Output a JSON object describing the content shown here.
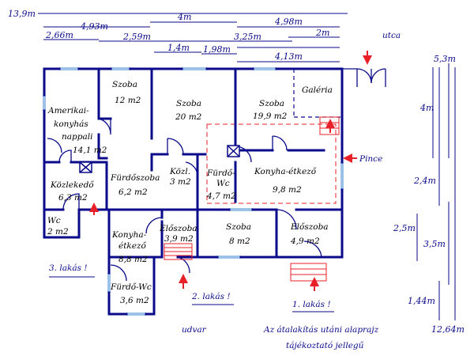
{
  "colors": {
    "wall": "#0a0a8a",
    "window": "#9ec1e8",
    "dim_line": "#0a0a8a",
    "arrow": "#e8202a",
    "dashed_outline": "#e8202a",
    "text": "#000000",
    "background": "#ffffff"
  },
  "top_dimensions": {
    "d1": "13,9m",
    "d2": "4,93m",
    "d3": "4m",
    "d4": "4,98m",
    "d5": "2,66m",
    "d6": "2,59m",
    "d7": "3,25m",
    "d8": "2m",
    "d9": "1,4m",
    "d10": "1,98m",
    "d11": "4,13m"
  },
  "right_dimensions": {
    "d1": "5,3m",
    "d2": "4m",
    "d3": "2,4m",
    "d4": "2,5m",
    "d5": "3,5m",
    "d6": "1,44m",
    "d7": "12,64m"
  },
  "rooms": {
    "szoba_12": {
      "name": "Szoba",
      "area": "12 m2"
    },
    "szoba_20": {
      "name": "Szoba",
      "area": "20 m2"
    },
    "szoba_199": {
      "name": "Szoba",
      "area": "19,9 m2"
    },
    "galeria": {
      "name": "Galéria"
    },
    "amerikai": {
      "line1": "Amerikai-",
      "line2": "konyhás",
      "line3": "nappali",
      "area": "14,1 m2"
    },
    "kozlekedo": {
      "name": "Közlekedő",
      "area": "6,3 m2"
    },
    "furdoszoba": {
      "name": "Fürdőszoba",
      "area": "6,2 m2"
    },
    "kozl": {
      "name": "Közl.",
      "area": "3 m2"
    },
    "furdo_wc_small": {
      "line1": "Fürdő-",
      "line2": "Wc",
      "area": "4,7 m2"
    },
    "konyha_etkezo_big": {
      "name": "Konyha-étkező",
      "area": "9,8 m2"
    },
    "wc": {
      "name": "Wc",
      "area": "2 m2"
    },
    "konyha_etkezo_small": {
      "line1": "Konyha-",
      "line2": "étkező",
      "area": "8,8 m2"
    },
    "eloszoba_left": {
      "name": "Előszoba",
      "area": "3,9 m2"
    },
    "szoba_8": {
      "name": "Szoba",
      "area": "8 m2"
    },
    "eloszoba_right": {
      "name": "Előszoba",
      "area": "4,9 m2"
    },
    "furdo_wc": {
      "name": "Fürdő-Wc",
      "area": "3,6 m2"
    }
  },
  "labels": {
    "utca": "utca",
    "pince": "Pince",
    "udvar": "udvar",
    "lakas1": "1. lakás !",
    "lakas2": "2. lakás !",
    "lakas3": "3. lakás !",
    "note_line1": "Az átalakítás utáni alaprajz",
    "note_line2": "tájékoztató jellegű"
  }
}
